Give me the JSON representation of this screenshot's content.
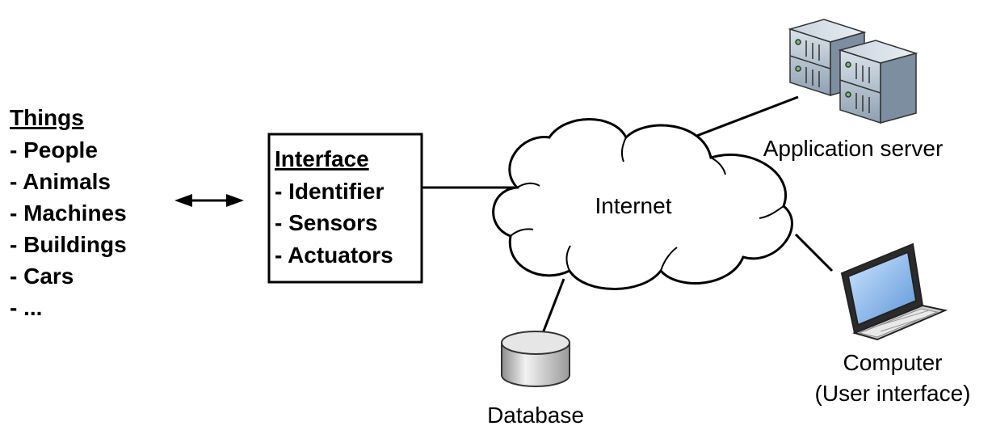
{
  "things": {
    "heading": "Things",
    "items": [
      "- People",
      "- Animals",
      "- Machines",
      "- Buildings",
      "- Cars",
      "- ..."
    ]
  },
  "interface": {
    "heading": "Interface",
    "items": [
      "- Identifier",
      "- Sensors",
      "- Actuators"
    ]
  },
  "internet": {
    "label": "Internet"
  },
  "application_server": {
    "label": "Application server"
  },
  "computer": {
    "label_line1": "Computer",
    "label_line2": "(User interface)"
  },
  "database": {
    "label": "Database"
  },
  "icons": {
    "server": "server-rack-icon",
    "laptop": "laptop-icon",
    "database": "database-cylinder-icon",
    "cloud": "cloud-icon",
    "arrow": "double-arrow-icon"
  }
}
